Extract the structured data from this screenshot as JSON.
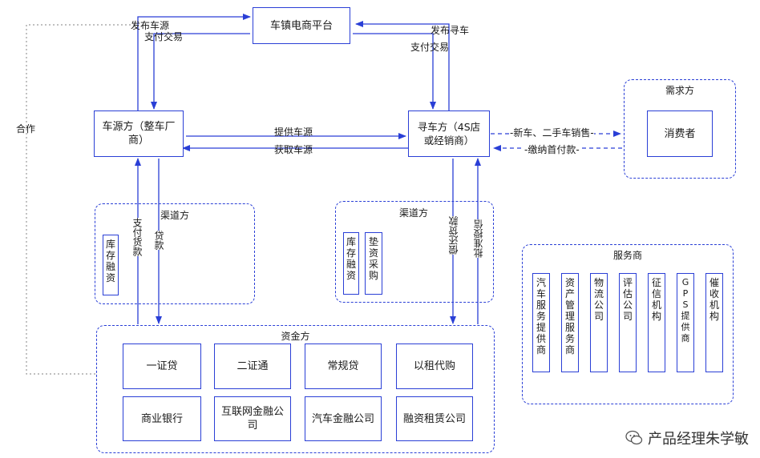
{
  "platform": "车镇电商平台",
  "supply": "车源方（整车厂商）",
  "demand": "寻车方（4S店或经销商）",
  "consumer": "消费者",
  "groups": {
    "demand_side": "需求方",
    "channel_left": "渠道方",
    "channel_right": "渠道方",
    "funding": "资金方",
    "services": "服务商"
  },
  "left_channel_items": [
    "库存融资"
  ],
  "right_channel_items": [
    "库存融资",
    "垫资采购"
  ],
  "funding_items": [
    "一证贷",
    "二证通",
    "常规贷",
    "以租代购",
    "商业银行",
    "互联网金融公司",
    "汽车金融公司",
    "融资租赁公司"
  ],
  "service_items": [
    "汽车服务提供商",
    "资产管理服务商",
    "物流公司",
    "评估公司",
    "征信机构",
    "GPS提供商",
    "催收机构"
  ],
  "flows": {
    "publish_supply": "发布车源",
    "pay_left": "支付交易",
    "publish_demand": "发布寻车",
    "pay_right": "支付交易",
    "cooperate": "合作",
    "provide_supply": "提供车源",
    "get_supply": "获取车源",
    "sell_cars": "-新车、二手车销售-",
    "down_payment": "-缴纳首付款-",
    "pay_goods": "支付货款",
    "loan_left": "贷款",
    "repay": "偿还贷款",
    "approve_credit": "批准授信"
  },
  "watermark": "产品经理朱学敏",
  "colors": {
    "line": "#2a3fd6",
    "dotted": "#9a9a9a"
  }
}
